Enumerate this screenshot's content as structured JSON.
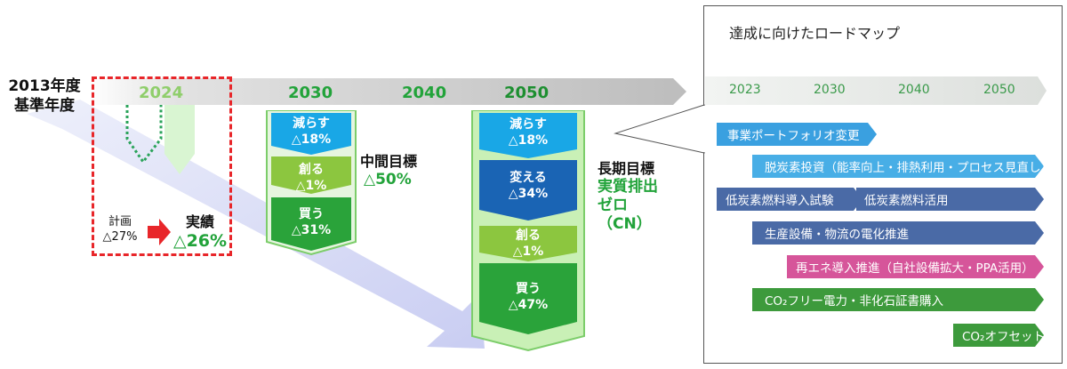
{
  "base_year_label": [
    "2013年度",
    "基準年度"
  ],
  "timeline_years": [
    "2024",
    "2030",
    "2040",
    "2050"
  ],
  "fy2024": {
    "plan_label": "計画",
    "plan_value": "△27%",
    "actual_label": "実績",
    "actual_value": "△26%"
  },
  "fy2030": {
    "segments": [
      {
        "label": "減らす",
        "value": "△18%"
      },
      {
        "label": "創る",
        "value": "△1%"
      },
      {
        "label": "買う",
        "value": "△31%"
      }
    ],
    "goal_title": "中間目標",
    "goal_value": "△50%"
  },
  "fy2050": {
    "segments": [
      {
        "label": "減らす",
        "value": "△18%"
      },
      {
        "label": "変える",
        "value": "△34%"
      },
      {
        "label": "創る",
        "value": "△1%"
      },
      {
        "label": "買う",
        "value": "△47%"
      }
    ],
    "goal_title": "長期目標",
    "goal_lines": [
      "実質排出",
      "ゼロ",
      "（CN）"
    ]
  },
  "roadmap": {
    "title": "達成に向けたロードマップ",
    "years": [
      "2023",
      "2030",
      "2040",
      "2050"
    ],
    "bars": [
      {
        "label": "事業ポートフォリオ変更",
        "color": "#3aa0e0"
      },
      {
        "label": "脱炭素投資（能率向上・排熱利用・プロセス見直し）",
        "color": "#48aee6"
      },
      {
        "label": "低炭素燃料導入試験",
        "color": "#4a6aa6"
      },
      {
        "label": "低炭素燃料活用",
        "color": "#4a6aa6"
      },
      {
        "label": "生産設備・物流の電化推進",
        "color": "#4a6aa6"
      },
      {
        "label": "再エネ導入推進（自社設備拡大・PPA活用）",
        "color": "#d6559a"
      },
      {
        "label": "CO₂フリー電力・非化石証書購入",
        "color": "#3d9a3c"
      },
      {
        "label": "CO₂オフセット",
        "color": "#3d9a3c"
      }
    ]
  },
  "colors": {
    "reduce": "#19a7e6",
    "create": "#8cc63f",
    "buy": "#2aa33a",
    "change": "#1a64b4",
    "goal_green": "#22a33a",
    "plan_red": "#e8262a"
  }
}
